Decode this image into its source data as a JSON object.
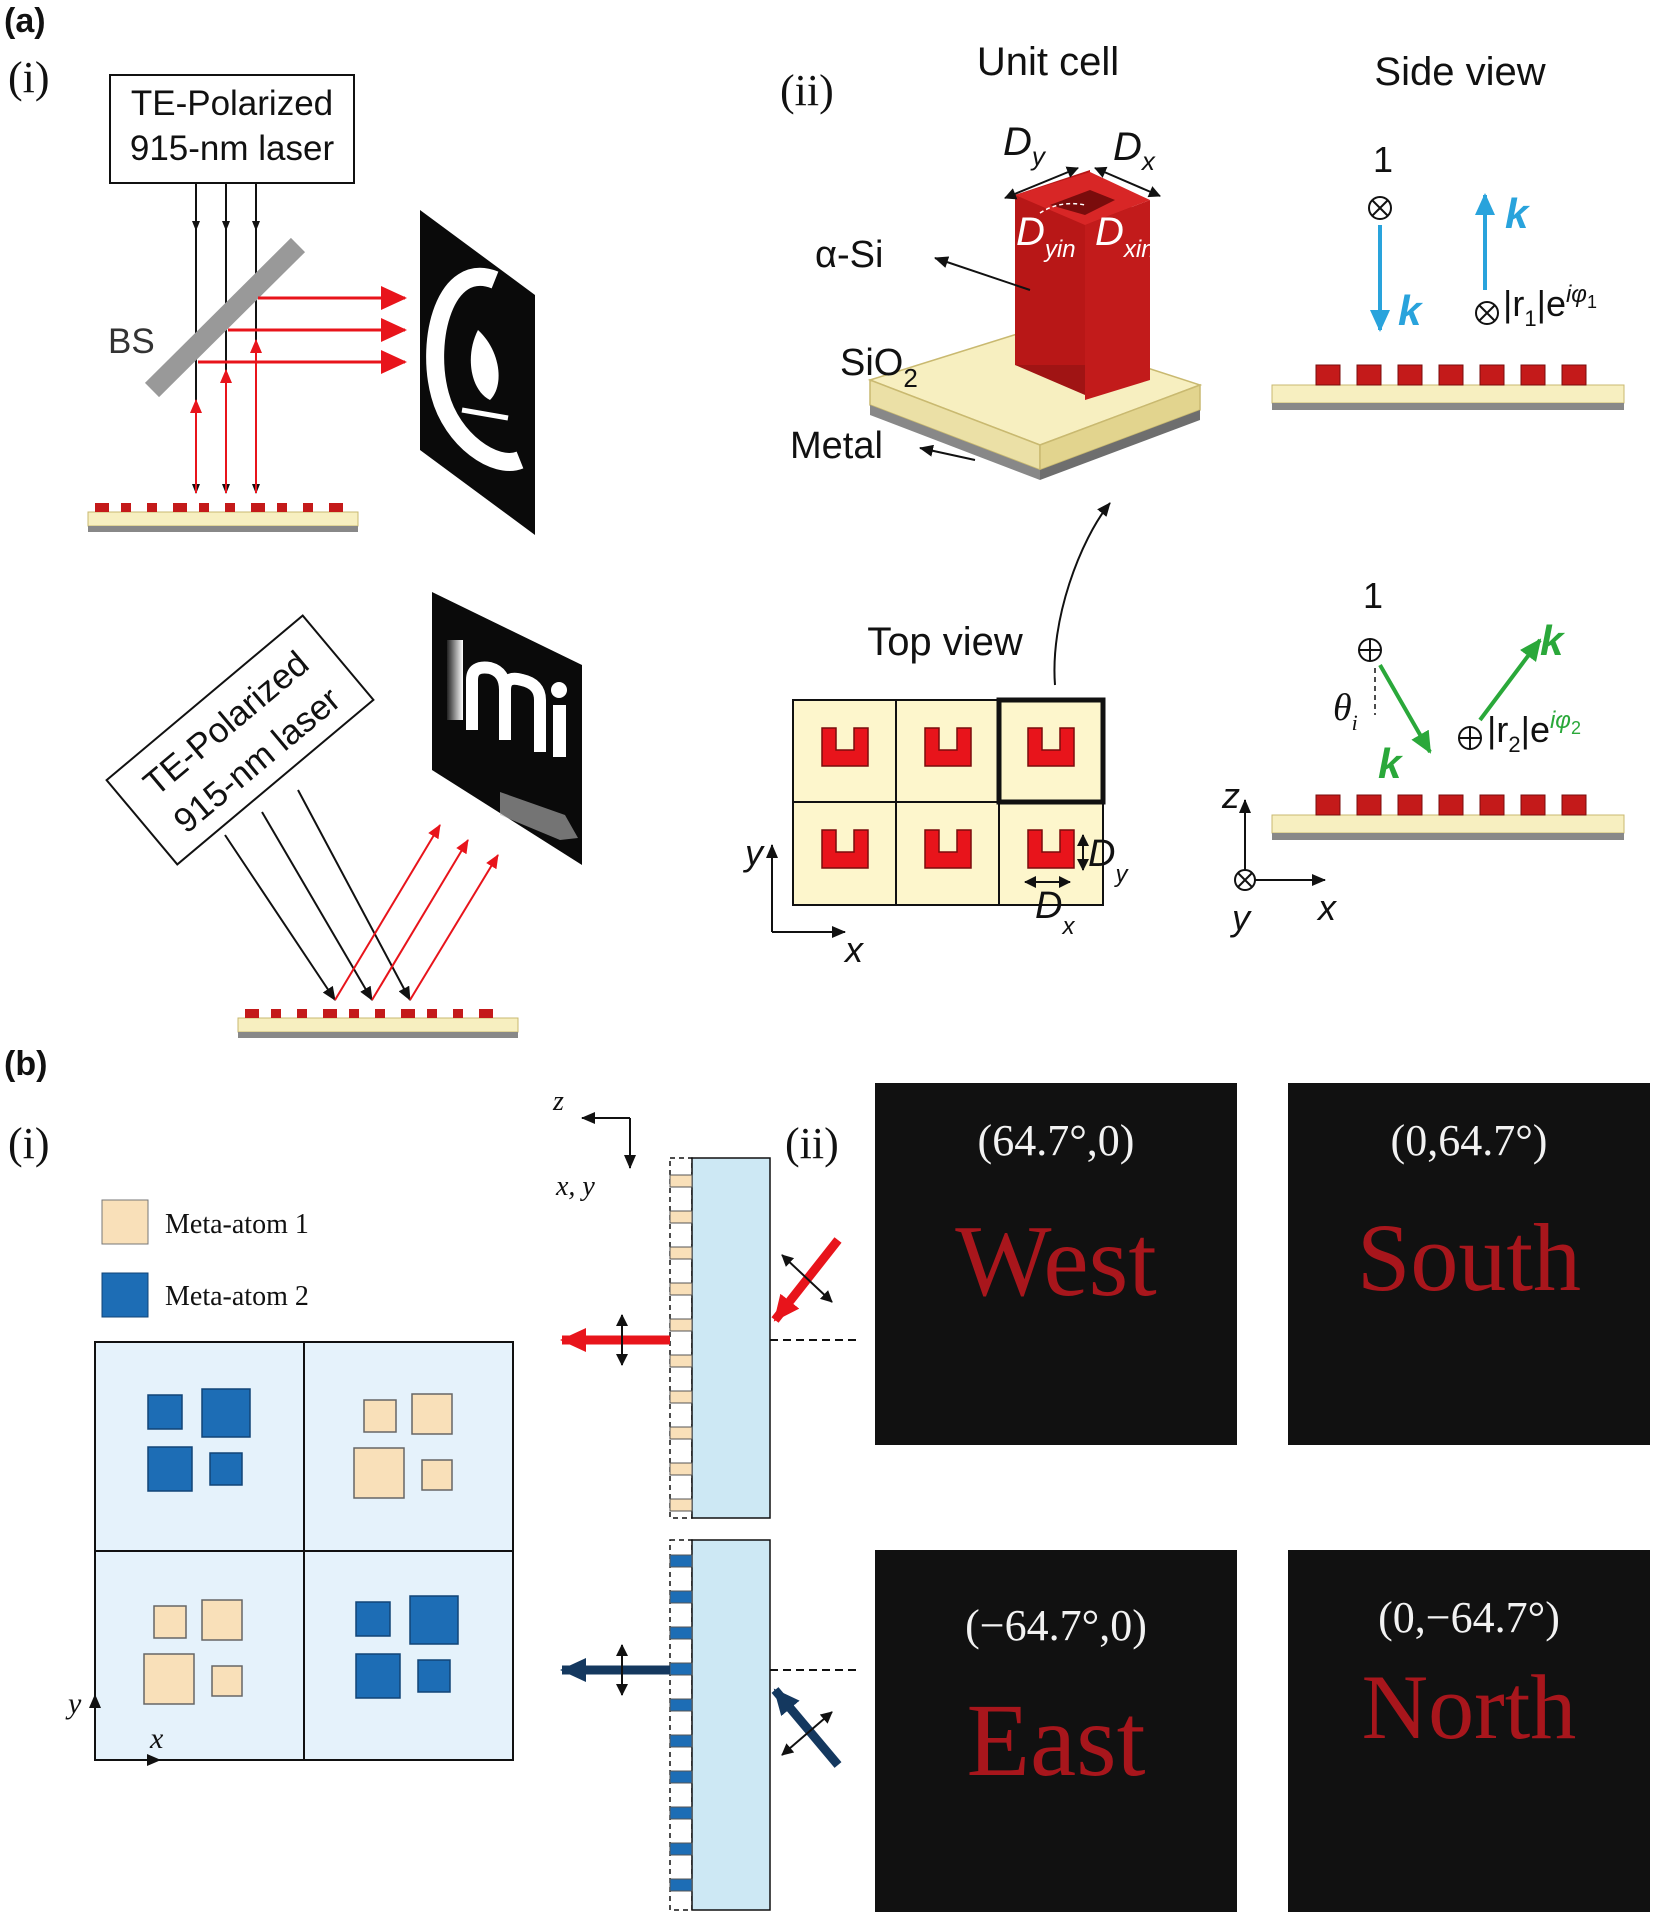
{
  "panel_a": {
    "label": "(a)",
    "part_i": {
      "label": "(i)",
      "laser_top": {
        "line1": "TE-Polarized",
        "line2": "915-nm laser"
      },
      "beam_splitter": "BS",
      "laser_bottom": {
        "line1": "TE-Polarized",
        "line2": "915-nm laser"
      }
    },
    "part_ii": {
      "label": "(ii)",
      "unit_cell": {
        "title": "Unit cell",
        "dim_y": "D",
        "dim_y_sub": "y",
        "dim_x": "D",
        "dim_x_sub": "x",
        "dim_yin": "D",
        "dim_yin_sub": "yin",
        "dim_xin": "D",
        "dim_xin_sub": "xin",
        "material_pillar": "α-Si",
        "material_spacer": "SiO",
        "material_spacer_sub": "2",
        "material_back": "Metal"
      },
      "top_view": {
        "title": "Top view",
        "axis_y": "y",
        "axis_x": "x",
        "dim_y": "D",
        "dim_y_sub": "y",
        "dim_x": "D",
        "dim_x_sub": "x"
      },
      "side_view": {
        "title": "Side view",
        "amp_1": "1",
        "k": "k",
        "refl_1": "|r",
        "refl_1_sub": "1",
        "refl_1_mid": "|e",
        "refl_1_sup": "iφ",
        "refl_1_supsub": "1",
        "amp_2": "1",
        "theta": "θ",
        "theta_sub": "i",
        "refl_2": "|r",
        "refl_2_sub": "2",
        "refl_2_mid": "|e",
        "refl_2_sup": "iφ",
        "refl_2_supsub": "2",
        "axis_z": "z",
        "axis_x": "x",
        "axis_y": "y"
      }
    }
  },
  "panel_b": {
    "label": "(b)",
    "part_i": {
      "label": "(i)",
      "legend": [
        {
          "name": "Meta-atom 1",
          "color": "#f9e0b9"
        },
        {
          "name": "Meta-atom 2",
          "color": "#1d6db5"
        }
      ],
      "axis_y": "y",
      "axis_x": "x",
      "side_axis_z": "z",
      "side_axis_xy": "x, y"
    },
    "part_ii": {
      "label": "(ii)",
      "images": [
        {
          "angle": "(64.7°,0)",
          "word": "West"
        },
        {
          "angle": "(0,64.7°)",
          "word": "South"
        },
        {
          "angle": "(−64.7°,0)",
          "word": "East"
        },
        {
          "angle": "(0,−64.7°)",
          "word": "North"
        }
      ]
    }
  },
  "colors": {
    "red_arrow": "#e8141b",
    "blue_arrow": "#29a3dc",
    "green_arrow": "#2aa83a",
    "pillar": "#c41a1a",
    "substrate": "#f7efc0",
    "navy_arrow": "#14385f",
    "glass": "#cde8f4",
    "atom1": "#f9e0b9",
    "atom2": "#1d6db5",
    "image_bg": "#111111",
    "word": "#a8161c"
  }
}
